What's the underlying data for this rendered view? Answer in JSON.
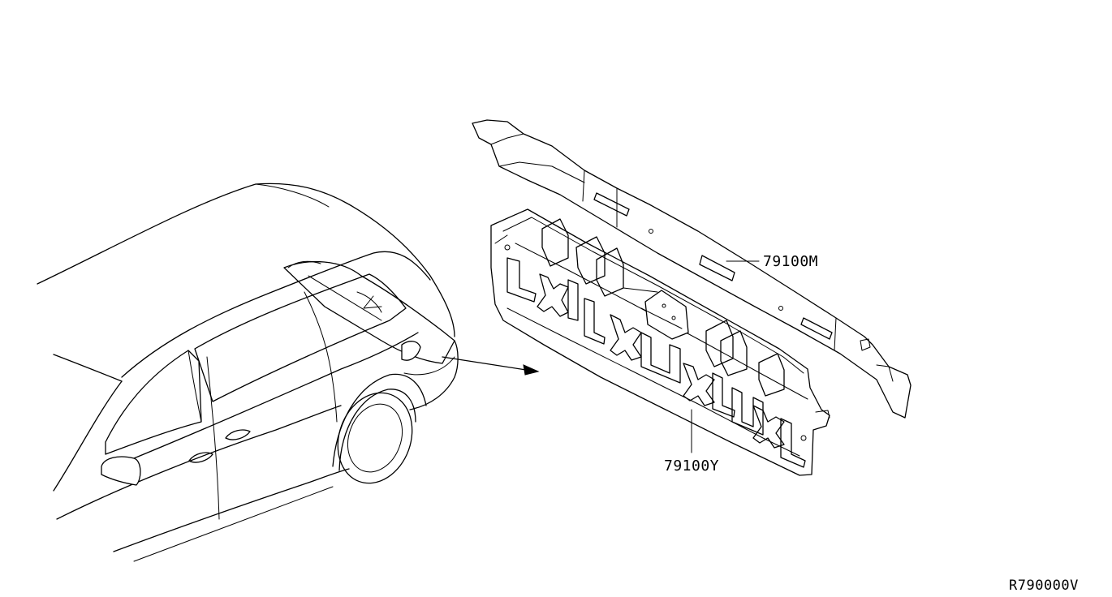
{
  "diagram": {
    "parts": [
      {
        "id": "rear-panel-upper",
        "part_number": "79100M"
      },
      {
        "id": "rear-panel-lower",
        "part_number": "79100Y"
      }
    ],
    "reference_code": "R790000V",
    "line_color": "#000000",
    "background_color": "#ffffff"
  }
}
